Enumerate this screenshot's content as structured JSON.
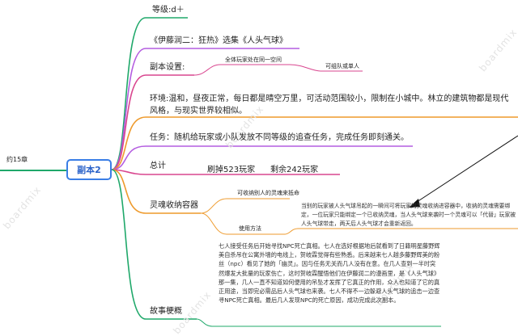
{
  "root": {
    "label": "副本2",
    "left_label": "约15章"
  },
  "branches": {
    "level": "等级:d＋",
    "source": "《伊藤润二：狂热》选集《人头气球》",
    "setting": {
      "label": "副本设置:",
      "items": [
        "全体玩家处在同一空间",
        "可组队或单人"
      ]
    },
    "environment": "环境:温和，昼夜正常，每日都是晴空万里，可活动范围较小，限制在小城中。林立的建筑物都是现代风格，与现实世界较相似。",
    "task": "任务：随机给玩家或小队发放不同等级的追查任务，完成任务即刻通关。",
    "total": {
      "label": "总计",
      "killed": "刷掉523玩家",
      "remaining": "剩余242玩家"
    },
    "soul": {
      "label": "灵魂收纳容器",
      "sub1": "可收纳别人的灵魂来抵命",
      "sub2_label": "使用方法",
      "sub2_text": "当别的玩家被人头气球吊起的一瞬间可将玩家的灵魂收纳进容器中，收纳的灵魂需要绑定，一位玩家只能绑定一个已收纳灵魂，当人头气球来袭时一个灵魂可以「代替」玩家被人头气球带走，两天后人头气球才会重新返回。"
    },
    "story": {
      "label": "故事梗概",
      "text": "七人接受任务后开始寻找NPC死亡真相。七人在选好根据地后就看到了日籍明星藤野辉美自杀吊在公寓外墙的电线上，贺岐霖觉得有些熟悉。后来越来七人越多藤野辉美的粉丝（npc）看见了她的「幽灵」。因与任务无关而几人没有在意。在几人查到一半时突然爆发大批量的玩家伤亡，这时贺岐霖醒悟他们在伊藤润二的漫画里，是《人头气球》那一集，几人一直不知道如何便用的吊坠才发挥了它真正的作用，众人也知道了它的真正用途，当即完必需品后人头气球也来袭。七人不得不一边躲避人头气球的追击一边查寻NPC死亡真相。最后几人发现NPC的死亡原因，成功完成此次副本。"
    }
  },
  "watermark": "boardmix",
  "colors": {
    "green": "#1fa86a",
    "purple": "#b45de0",
    "orange": "#ee9a2c",
    "magenta": "#d9468f",
    "blue": "#3a7ee6"
  }
}
